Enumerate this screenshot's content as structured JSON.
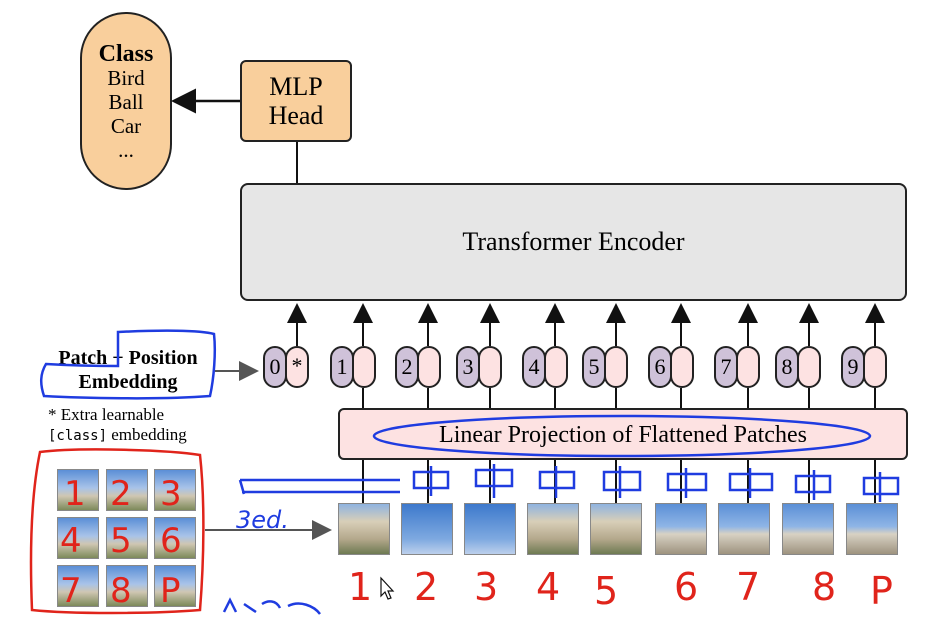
{
  "class_box": {
    "title": "Class",
    "items": [
      "Bird",
      "Ball",
      "Car",
      "..."
    ]
  },
  "mlp_head": {
    "line1": "MLP",
    "line2": "Head"
  },
  "encoder": {
    "label": "Transformer Encoder"
  },
  "projection": {
    "label": "Linear Projection of Flattened Patches"
  },
  "embedding_label": {
    "line1": "Patch + Position",
    "line2": "Embedding"
  },
  "note": {
    "prefix": "* Extra learnable",
    "mono": "[class]",
    "suffix": " embedding"
  },
  "tokens": [
    {
      "pos": "0",
      "patch": "*"
    },
    {
      "pos": "1",
      "patch": ""
    },
    {
      "pos": "2",
      "patch": ""
    },
    {
      "pos": "3",
      "patch": ""
    },
    {
      "pos": "4",
      "patch": ""
    },
    {
      "pos": "5",
      "patch": ""
    },
    {
      "pos": "6",
      "patch": ""
    },
    {
      "pos": "7",
      "patch": ""
    },
    {
      "pos": "8",
      "patch": ""
    },
    {
      "pos": "9",
      "patch": ""
    }
  ],
  "annotations": {
    "red_numbers_bottom": [
      "1",
      "2",
      "3",
      "4",
      "5",
      "6",
      "7",
      "8",
      "P"
    ],
    "red_numbers_grid": [
      "1",
      "2",
      "3",
      "4",
      "5",
      "6",
      "7",
      "8",
      "P"
    ],
    "blue_text": "3ed."
  },
  "colors": {
    "orange": "#f9cf9c",
    "gray": "#e6e6e6",
    "pink": "#fde2e2",
    "purple": "#cfc2d9",
    "red_ink": "#e0241b",
    "blue_ink": "#1f3ce0"
  }
}
